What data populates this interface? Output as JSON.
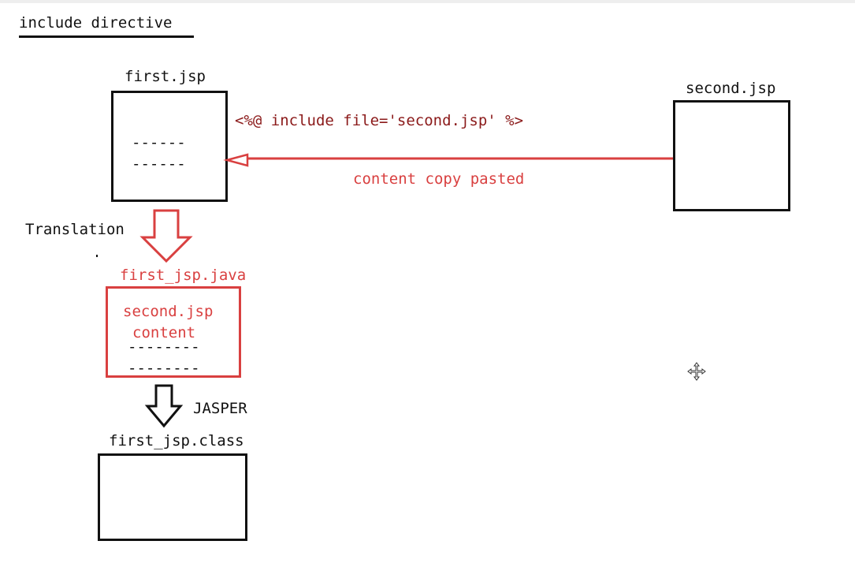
{
  "title": "include directive",
  "first_jsp": {
    "label": "first.jsp",
    "line1": "------",
    "line2": "------"
  },
  "directive": "<%@ include file='second.jsp' %>",
  "copy_note": "content copy pasted",
  "second_jsp": {
    "label": "second.jsp"
  },
  "translation_label": "Translation",
  "first_jsp_java": {
    "label": "first_jsp.java",
    "content_line1": "second.jsp",
    "content_line2": "content",
    "dash_line1": "--------",
    "dash_line2": "--------"
  },
  "jasper_label": "JASPER",
  "first_jsp_class": {
    "label": "first_jsp.class"
  },
  "colors": {
    "accent_red": "#d94040",
    "directive_red": "#8b1a1a",
    "ink": "#111111"
  },
  "icons": [
    "move-cursor-icon"
  ]
}
